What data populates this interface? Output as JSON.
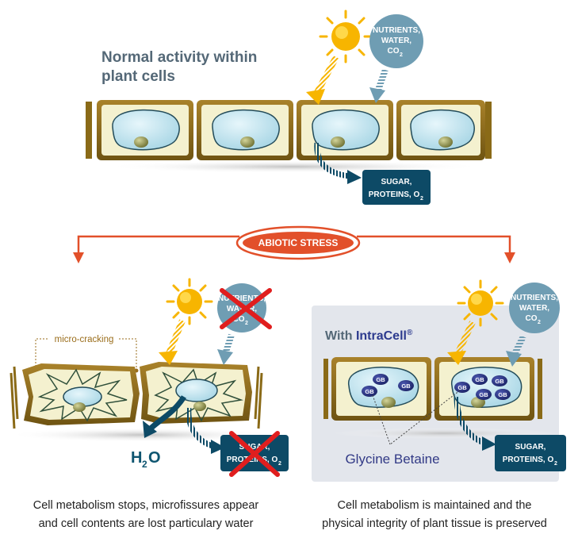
{
  "top": {
    "title_line1": "Normal activity within",
    "title_line2": "plant cells",
    "input_label_line1": "NUTRIENTS,",
    "input_label_line2": "WATER,",
    "input_label_line3": "CO",
    "input_label_sub": "2",
    "output_label_line1": "SUGAR,",
    "output_label_line2": "PROTEINS, O",
    "output_label_sub": "2"
  },
  "stress": {
    "label": "ABIOTIC STRESS"
  },
  "left": {
    "micro_cracking_label": "micro-cracking",
    "input_label_line1": "NUTRIENTS,",
    "input_label_line2": "WATER,",
    "input_label_line3": "CO",
    "input_label_sub": "2",
    "water_loss_label": "H",
    "water_loss_sub": "2",
    "water_loss_tail": "O",
    "output_label_line1": "SUGAR,",
    "output_label_line2": "PROTEINS, O",
    "output_label_sub": "2",
    "caption_line1": "Cell metabolism stops, microfissures appear",
    "caption_line2": "and cell contents are lost particulary water"
  },
  "right": {
    "with_label": "With ",
    "brand": "IntraCell",
    "brand_mark": "®",
    "input_label_line1": "NUTRIENTS,",
    "input_label_line2": "WATER,",
    "input_label_line3": "CO",
    "input_label_sub": "2",
    "gb_label": "GB",
    "glycine_label": "Glycine Betaine",
    "output_label_line1": "SUGAR,",
    "output_label_line2": "PROTEINS, O",
    "output_label_sub": "2",
    "caption_line1": "Cell metabolism is maintained and the",
    "caption_line2": "physical integrity of plant tissue is preserved"
  },
  "colors": {
    "cell_wall": "#8a6a17",
    "cell_fill": "#f4f1cf",
    "vacuole": "#bfe3ee",
    "sun": "#f7b500",
    "input_circle": "#6f9db3",
    "output_box": "#0d4a66",
    "stress": "#e2502a",
    "highlight_panel": "#e3e6ec",
    "glycine": "#323a86"
  }
}
